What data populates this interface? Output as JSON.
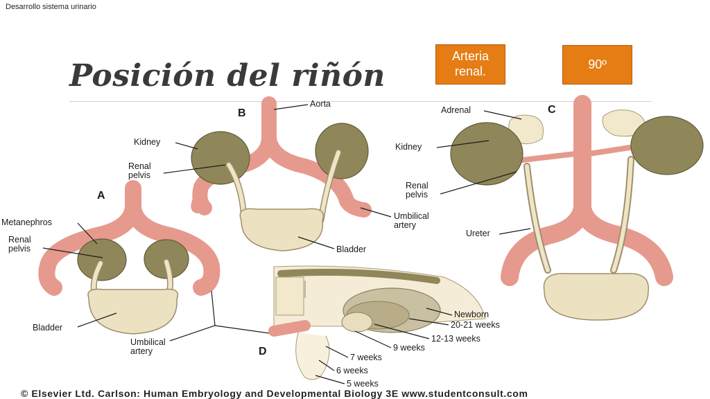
{
  "header": {
    "label": "Desarrollo sistema urinario"
  },
  "title": "Posición del riñón",
  "boxes": [
    {
      "text": "Arteria renal."
    },
    {
      "text": "90º"
    }
  ],
  "diagram": {
    "panels": [
      "A",
      "B",
      "C",
      "D"
    ],
    "labels": {
      "aorta": "Aorta",
      "kidney_b": "Kidney",
      "renal_b_1": "Renal",
      "renal_b_2": "pelvis",
      "umb_b_1": "Umbilical",
      "umb_b_2": "artery",
      "bladder_b": "Bladder",
      "metanephros": "Metanephros",
      "renal_a_1": "Renal",
      "renal_a_2": "pelvis",
      "bladder_a": "Bladder",
      "umb_a_1": "Umbilical",
      "umb_a_2": "artery",
      "adrenal": "Adrenal",
      "kidney_c": "Kidney",
      "renal_c_1": "Renal",
      "renal_c_2": "pelvis",
      "ureter": "Ureter",
      "newborn": "Newborn",
      "w20": "20-21 weeks",
      "w12": "12-13 weeks",
      "w9": "9 weeks",
      "w7": "7 weeks",
      "w6": "6 weeks",
      "w5": "5 weeks"
    }
  },
  "footer": "© Elsevier Ltd. Carlson: Human Embryology and Developmental Biology 3E www.studentconsult.com"
}
